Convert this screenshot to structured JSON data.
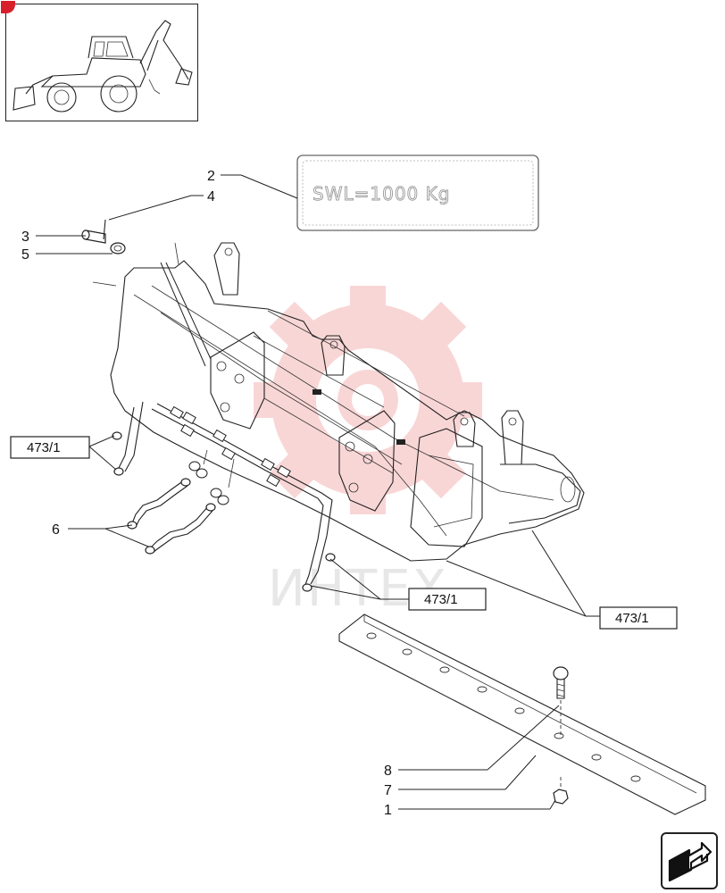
{
  "thumbnail": {
    "icon": "backhoe-loader-icon",
    "badge_color": "#d8202c"
  },
  "label_plate": {
    "text": "SWL=1000 Kg"
  },
  "callouts": {
    "c1": "1",
    "c2": "2",
    "c3": "3",
    "c4": "4",
    "c5": "5",
    "c6": "6",
    "c7": "7",
    "c8": "8"
  },
  "references": {
    "ref_left": "473/1",
    "ref_middle": "473/1",
    "ref_right": "473/1"
  },
  "watermark": {
    "text": "ИНТЕХ",
    "color": "#f3a0a0"
  },
  "navigation": {
    "icon": "next-page-arrow-icon"
  }
}
